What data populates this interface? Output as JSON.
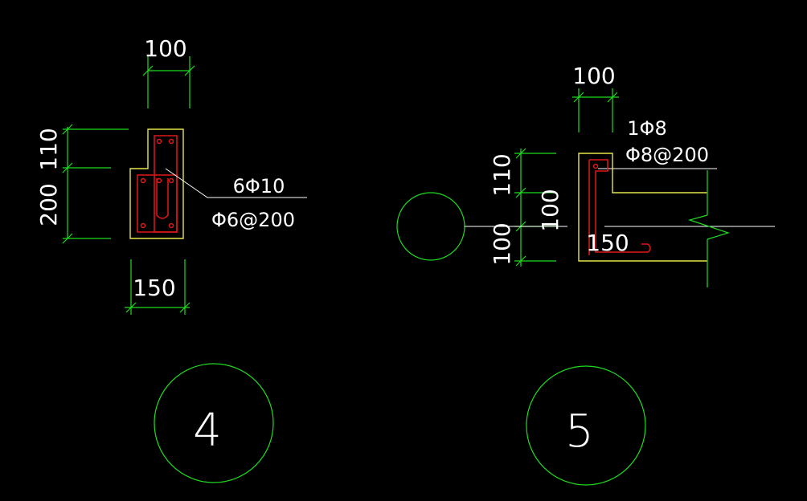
{
  "detail_4": {
    "dim_top": "100",
    "dim_left_upper": "110",
    "dim_left_lower": "200",
    "dim_bottom": "150",
    "note_main": "6Φ10",
    "note_stirrup": "Φ6@200",
    "number": "4"
  },
  "detail_5": {
    "dim_top": "100",
    "note_top_bar": "1Φ8",
    "note_stirrup": "Φ8@200",
    "dim_left_upper": "110",
    "dim_left_middle": "100",
    "dim_left_lower": "100",
    "dim_inner": "150",
    "number": "5"
  },
  "colors": {
    "background": "#000000",
    "dimension": "#1fdc1f",
    "outline": "#e6e64a",
    "rebar": "#e01818",
    "text": "#ffffff"
  }
}
